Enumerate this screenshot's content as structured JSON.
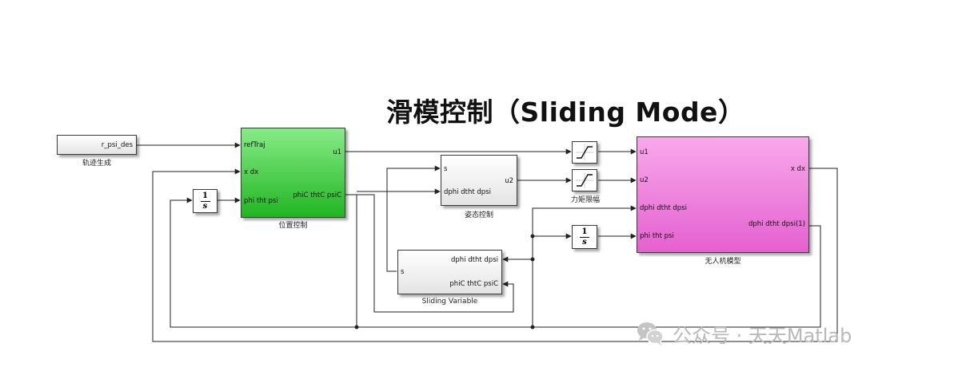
{
  "title": "滑模控制（Sliding Mode）",
  "blocks": {
    "traj": {
      "out_port": "r_psi_des",
      "caption": "轨迹生成"
    },
    "pos": {
      "in_ports": [
        "refTraj",
        "x dx",
        "phi tht psi"
      ],
      "out_ports": [
        "u1",
        "phiC thtC psiC"
      ],
      "caption": "位置控制"
    },
    "att": {
      "in_ports": [
        "s",
        "dphi dtht dpsi"
      ],
      "out_port": "u2",
      "caption": "姿态控制"
    },
    "sliding": {
      "in_ports": [
        "dphi dtht dpsi",
        "s",
        "phiC thtC psiC"
      ],
      "caption": "Sliding Variable"
    },
    "sat": {
      "caption": "力矩限幅"
    },
    "uav": {
      "in_ports": [
        "u1",
        "u2",
        "dphi dtht dpsi",
        "phi tht psi"
      ],
      "out_ports": [
        "x dx",
        "dphi dtht dpsi(1)"
      ],
      "caption": "无人机模型"
    },
    "integrator": {
      "num": "1",
      "den": "s"
    }
  },
  "colors": {
    "position_block": "#3ecf3e",
    "uav_block": "#ee7fdc",
    "line": "#222222",
    "watermark": "#b9b9b9"
  },
  "watermark": {
    "icon": "wechat-icon",
    "text": "公众号 · 天天Matlab"
  }
}
